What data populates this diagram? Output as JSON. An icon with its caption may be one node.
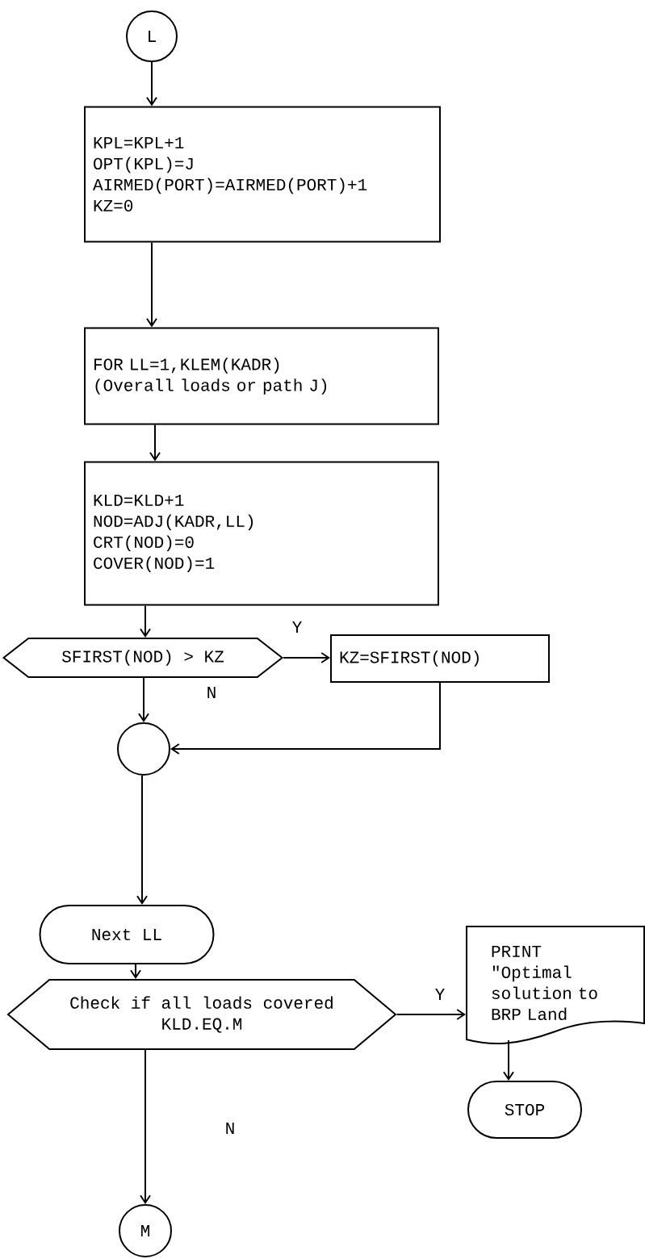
{
  "diagram": {
    "nodes": [
      {
        "text": [
          "L"
        ]
      },
      {
        "text": [
          "KPL=KPL+1",
          "OPT(KPL)=J",
          "AIRMED(PORT)=AIRMED(PORT)+1",
          "KZ=0"
        ]
      },
      {
        "text": [
          "FOR LL=1,KLEM(KADR)",
          "(Overall loads or path J)"
        ]
      },
      {
        "text": [
          "KLD=KLD+1",
          "NOD=ADJ(KADR,LL)",
          "CRT(NOD)=0",
          "COVER(NOD)=1"
        ]
      },
      {
        "text": [
          "SFIRST(NOD) > KZ"
        ]
      },
      {
        "text": [
          "KZ=SFIRST(NOD)"
        ]
      },
      {
        "text": [],
        "shape": "circle"
      },
      {
        "text": [
          "Next LL"
        ]
      },
      {
        "text": [
          "Check if all loads covered",
          "KLD.EQ.M"
        ]
      },
      {
        "text": [
          "PRINT",
          "\"Optimal solution to BRP Land"
        ]
      },
      {
        "text": [
          "STOP"
        ]
      },
      {
        "text": [
          "M"
        ]
      }
    ],
    "edges": [
      {
        "from": 0,
        "to": 1,
        "arrow": "to"
      },
      {
        "from": 1,
        "to": 2,
        "arrow": "to"
      },
      {
        "from": 2,
        "to": 3,
        "arrow": "to"
      },
      {
        "from": 3,
        "to": 4,
        "arrow": "to"
      },
      {
        "from": 4,
        "to": 5,
        "arrow": "to",
        "label": "Y"
      },
      {
        "from": 4,
        "to": 6,
        "arrow": "to",
        "label": "N"
      },
      {
        "from": 5,
        "to": 6,
        "arrow": "to"
      },
      {
        "from": 6,
        "to": 7,
        "arrow": "to"
      },
      {
        "from": 7,
        "to": 8,
        "arrow": "to"
      },
      {
        "from": 8,
        "to": 9,
        "arrow": "to",
        "label": "Y"
      },
      {
        "from": 9,
        "to": 10,
        "arrow": "to"
      },
      {
        "from": 8,
        "to": 11,
        "arrow": "to",
        "label": "N"
      }
    ]
  }
}
